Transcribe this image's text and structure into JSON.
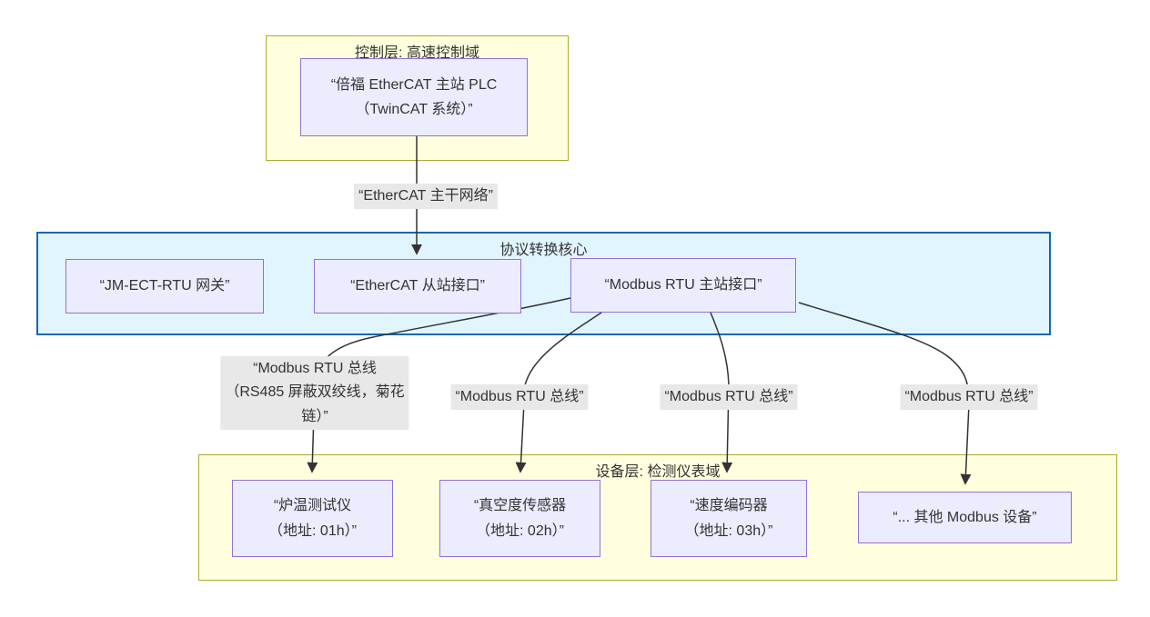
{
  "diagram": {
    "type": "flowchart",
    "clusters": {
      "control": {
        "title": "控制层: 高速控制域"
      },
      "core": {
        "title": "协议转换核心"
      },
      "device": {
        "title": "设备层: 检测仪表域"
      }
    },
    "nodes": {
      "plc": {
        "label": "“倍福 EtherCAT 主站 PLC\n（TwinCAT 系统）”"
      },
      "gateway": {
        "label": "“JM-ECT-RTU 网关”"
      },
      "ect_slave": {
        "label": "“EtherCAT 从站接口”"
      },
      "modbus_master": {
        "label": "“Modbus RTU 主站接口”"
      },
      "furnace": {
        "label": "“炉温测试仪\n（地址: 01h）”"
      },
      "vacuum": {
        "label": "“真空度传感器\n（地址: 02h）”"
      },
      "encoder": {
        "label": "“速度编码器\n（地址: 03h）”"
      },
      "other": {
        "label": "“... 其他 Modbus 设备”"
      }
    },
    "edges": [
      {
        "from": "plc",
        "to": "ect_slave",
        "label": "“EtherCAT 主干网络”"
      },
      {
        "from": "modbus_master",
        "to": "furnace",
        "label": "“Modbus RTU 总线\n（RS485 屏蔽双绞线，菊花\n链）”"
      },
      {
        "from": "modbus_master",
        "to": "vacuum",
        "label": "“Modbus RTU 总线”"
      },
      {
        "from": "modbus_master",
        "to": "encoder",
        "label": "“Modbus RTU 总线”"
      },
      {
        "from": "modbus_master",
        "to": "other",
        "label": "“Modbus RTU 总线”"
      }
    ],
    "edge_labels": {
      "backbone": "“EtherCAT 主干网络”",
      "bus_detail": "“Modbus RTU 总线\n（RS485 屏蔽双绞线，菊花\n链）”",
      "bus2": "“Modbus RTU 总线”",
      "bus3": "“Modbus RTU 总线”",
      "bus4": "“Modbus RTU 总线”"
    },
    "colors": {
      "cluster_yellow_fill": "#ffffde",
      "cluster_yellow_border": "#aaaa33",
      "cluster_blue_fill": "#e1f5fe",
      "cluster_blue_border": "#1268b3",
      "node_fill": "#ececff",
      "node_border": "#9370db",
      "edge_label_bg": "#e8e8e8",
      "edge_color": "#333333",
      "text_color": "#333333"
    }
  }
}
